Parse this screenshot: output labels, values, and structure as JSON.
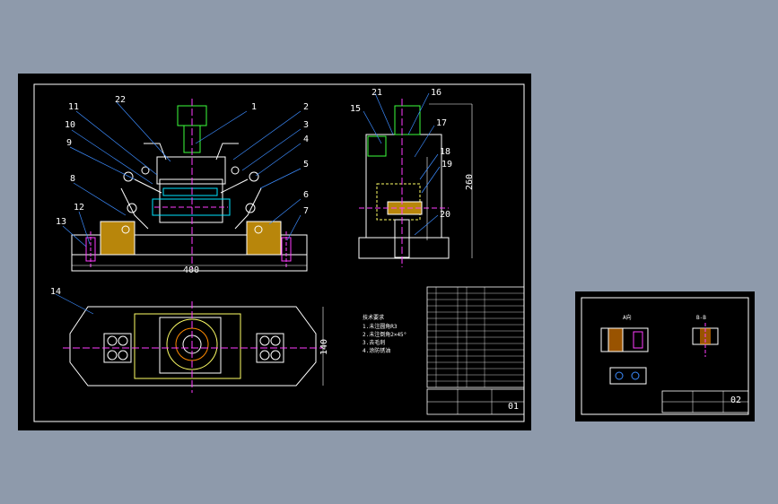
{
  "colors": {
    "background": "#8e9aab",
    "paper": "#000000",
    "outline": "#ffffff",
    "part_line": "#00e5ff",
    "centerline": "#ff3cff",
    "section": "#ffff66",
    "hatch": "#ff8a00",
    "handle": "#3cff3c",
    "leader": "#3c8cff",
    "block": "#b8860b"
  },
  "main_sheet": {
    "callouts": [
      "1",
      "2",
      "3",
      "4",
      "5",
      "6",
      "7",
      "8",
      "9",
      "10",
      "11",
      "12",
      "13",
      "14",
      "15",
      "16",
      "17",
      "18",
      "19",
      "20",
      "21",
      "22"
    ],
    "front_view": {
      "width_dim": "400"
    },
    "side_view": {
      "height_dim": "260"
    },
    "top_view": {
      "height_dim": "140"
    },
    "tech_requirements": {
      "title": "技术要求",
      "lines": [
        "1.未注圆角R3",
        "2.未注倒角2×45°",
        "3.去毛刺",
        "4.涂防锈油"
      ]
    },
    "title_block": {
      "sheet_no": "01"
    }
  },
  "sub_sheet": {
    "views": [
      "A向",
      "B-B"
    ],
    "title_block": {
      "sheet_no": "02"
    }
  }
}
